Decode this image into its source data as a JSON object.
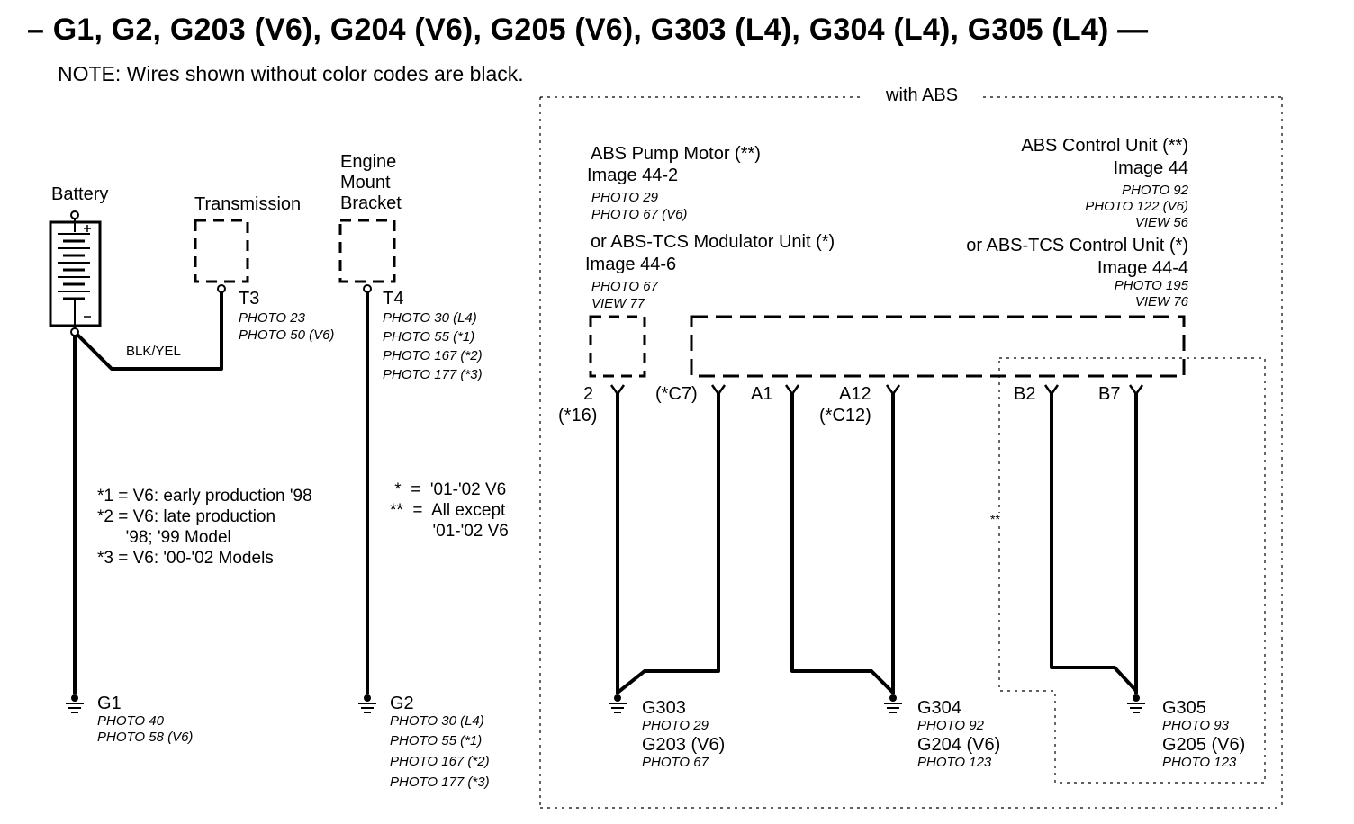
{
  "header": {
    "title": "– G1, G2, G203 (V6), G204 (V6), G205 (V6), G303 (L4), G304 (L4), G305 (L4) —",
    "note": "NOTE: Wires shown without color codes are black."
  },
  "components": {
    "battery": "Battery",
    "transmission": "Transmission",
    "engine_mount_line1": "Engine",
    "engine_mount_line2": "Mount",
    "engine_mount_line3": "Bracket"
  },
  "terminals": {
    "t3": {
      "name": "T3",
      "photos": [
        "PHOTO 23",
        "PHOTO 50 (V6)"
      ]
    },
    "t4": {
      "name": "T4",
      "photos": [
        "PHOTO 30 (L4)",
        "PHOTO 55 (*1)",
        "PHOTO 167 (*2)",
        "PHOTO 177 (*3)"
      ]
    }
  },
  "wire_color": "BLK/YEL",
  "footnotes_left": "*1 = V6: early production '98\n*2 = V6: late production\n      '98; '99 Model\n*3 = V6: '00-'02 Models",
  "footnotes_mid": " *  =  '01-'02 V6\n**  =  All except\n         '01-'02 V6",
  "abs": {
    "region_label": "with ABS",
    "pump_motor": "ABS Pump Motor (**)",
    "pump_image": "Image 44-2",
    "pump_photos": [
      "PHOTO 29",
      "PHOTO 67 (V6)"
    ],
    "modulator": "or ABS-TCS Modulator Unit (*)",
    "modulator_image": "Image 44-6",
    "modulator_photos": [
      "PHOTO 67",
      "VIEW 77"
    ],
    "control_unit": "ABS Control Unit (**)",
    "control_image": "Image 44",
    "control_photos": [
      "PHOTO 92",
      "PHOTO 122 (V6)",
      "VIEW 56"
    ],
    "tcs_control": "or ABS-TCS Control Unit (*)",
    "tcs_image": "Image 44-4",
    "tcs_photos": [
      "PHOTO 195",
      "VIEW 76"
    ],
    "dash_region_label": "**"
  },
  "pins": {
    "p2": "2",
    "p2_alt": "(*16)",
    "c7": "(*C7)",
    "a1": "A1",
    "a12": "A12",
    "a12_alt": "(*C12)",
    "b2": "B2",
    "b7": "B7"
  },
  "grounds": {
    "g1": {
      "name": "G1",
      "photos": [
        "PHOTO 40",
        "PHOTO 58 (V6)"
      ]
    },
    "g2": {
      "name": "G2",
      "photos": [
        "PHOTO 30 (L4)",
        "PHOTO 55 (*1)",
        "PHOTO 167 (*2)",
        "PHOTO 177 (*3)"
      ]
    },
    "g303": {
      "name": "G303",
      "photo": "PHOTO 29",
      "alt": "G203 (V6)",
      "alt_photo": "PHOTO 67"
    },
    "g304": {
      "name": "G304",
      "photo": "PHOTO 92",
      "alt": "G204 (V6)",
      "alt_photo": "PHOTO 123"
    },
    "g305": {
      "name": "G305",
      "photo": "PHOTO 93",
      "alt": "G205 (V6)",
      "alt_photo": "PHOTO 123"
    }
  }
}
